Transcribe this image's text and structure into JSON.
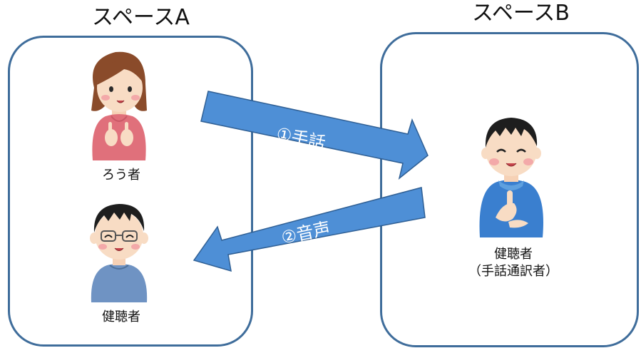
{
  "spaces": {
    "a": {
      "title": "スペースA"
    },
    "b": {
      "title": "スペースB"
    }
  },
  "people": {
    "deaf": {
      "label": "ろう者"
    },
    "hearing_a": {
      "label": "健聴者"
    },
    "interpreter": {
      "label_line1": "健聴者",
      "label_line2": "（手話通訳者）"
    }
  },
  "arrows": {
    "sign": {
      "label": "①手話",
      "direction": "A→B"
    },
    "voice": {
      "label": "②音声",
      "direction": "B→A"
    }
  },
  "colors": {
    "box_border": "#3f6d9b",
    "arrow_fill": "#4e8fd6",
    "arrow_stroke": "#2f5f94"
  }
}
